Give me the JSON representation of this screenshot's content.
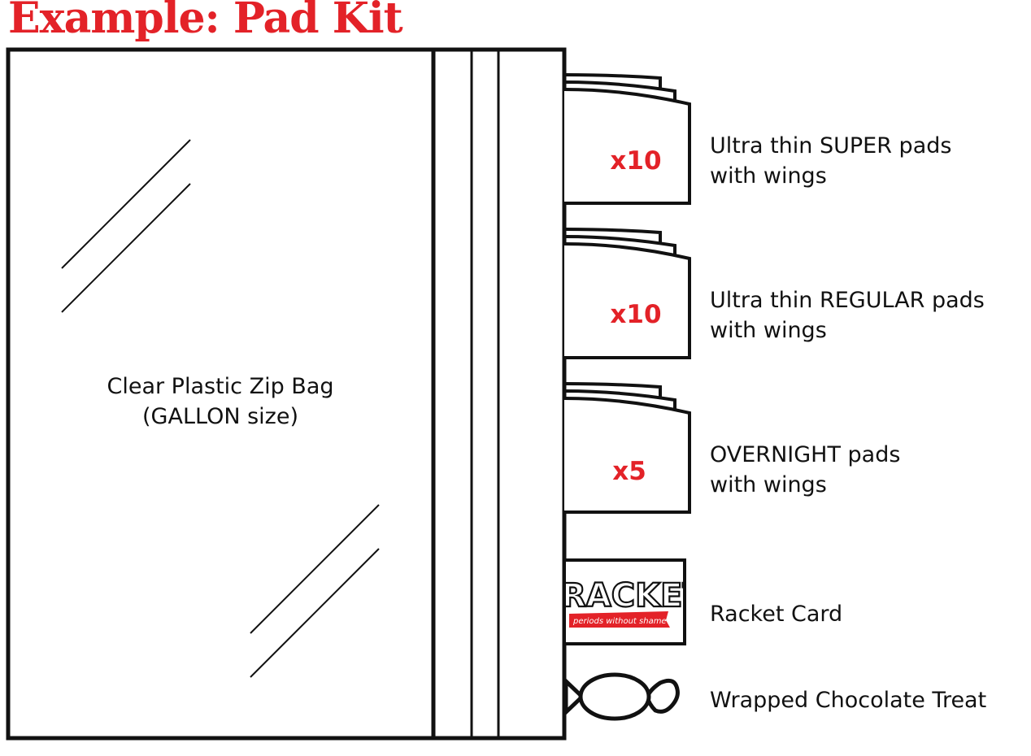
{
  "title": "Example: Pad Kit",
  "colors": {
    "accent": "#e32228",
    "outline": "#111111"
  },
  "bag": {
    "label_line1": "Clear Plastic Zip Bag",
    "label_line2": "(GALLON size)"
  },
  "items": [
    {
      "quantity": "x10",
      "line1": "Ultra thin SUPER pads",
      "line2": "with wings",
      "icon": "pad-stack-icon"
    },
    {
      "quantity": "x10",
      "line1": "Ultra thin REGULAR pads",
      "line2": "with wings",
      "icon": "pad-stack-icon"
    },
    {
      "quantity": "x5",
      "line1": "OVERNIGHT pads",
      "line2": "with wings",
      "icon": "pad-stack-icon"
    },
    {
      "line1": "Racket Card",
      "icon": "racket-card-icon",
      "card_word": "RACKET",
      "card_tagline": "periods without shame"
    },
    {
      "line1": "Wrapped Chocolate Treat",
      "icon": "wrapped-candy-icon"
    }
  ]
}
